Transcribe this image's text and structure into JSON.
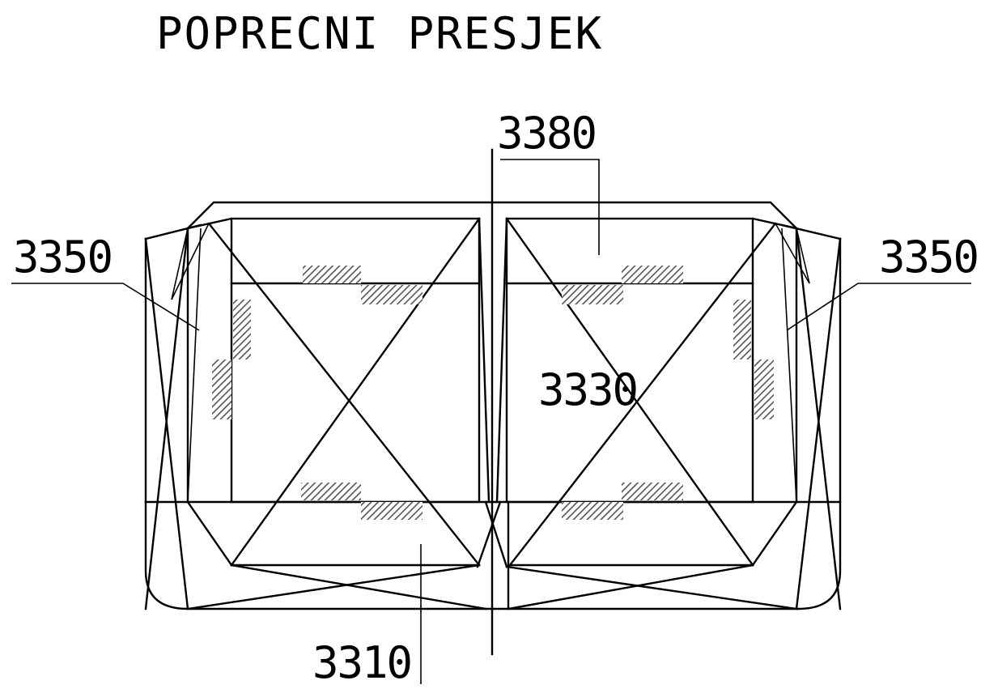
{
  "title": "POPRECNI PRESJEK",
  "labels": {
    "top_center": "3380",
    "left": "3350",
    "right": "3350",
    "center": "3330",
    "bottom": "3310"
  },
  "colors": {
    "line": "#000000",
    "hatch": "#555555",
    "background": "#ffffff"
  }
}
